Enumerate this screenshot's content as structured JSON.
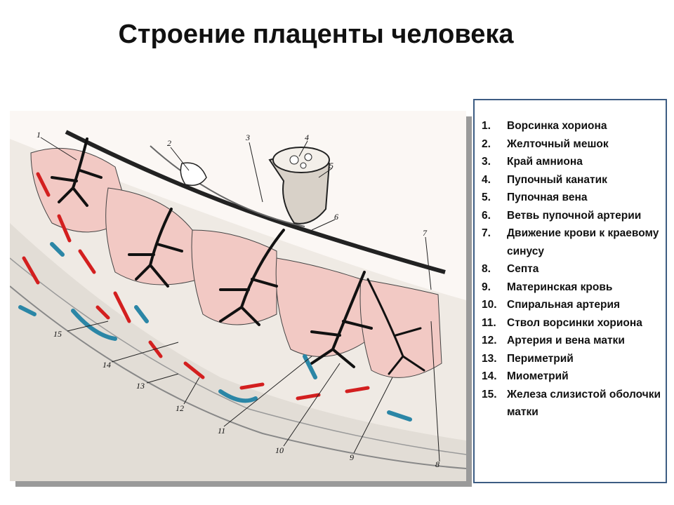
{
  "title": "Строение плаценты человека",
  "figure": {
    "callouts": [
      "1",
      "2",
      "3",
      "4",
      "5",
      "6",
      "7",
      "8",
      "9",
      "10",
      "11",
      "12",
      "13",
      "14",
      "15"
    ],
    "colors": {
      "villi": "#111111",
      "intervillous": "#f2c9c4",
      "artery": "#d31f1f",
      "vein": "#2b86a6"
    }
  },
  "legend": {
    "items": [
      {
        "num": "1.",
        "text": "Ворсинка хориона"
      },
      {
        "num": "2.",
        "text": "Желточный мешок"
      },
      {
        "num": "3.",
        "text": "Край амниона"
      },
      {
        "num": "4.",
        "text": "Пупочный канатик"
      },
      {
        "num": "5.",
        "text": "Пупочная вена"
      },
      {
        "num": "6.",
        "text": "Ветвь пупочной артерии"
      },
      {
        "num": "7.",
        "text": "Движение крови к краевому синусу"
      },
      {
        "num": "8.",
        "text": "Септа"
      },
      {
        "num": "9.",
        "text": "Материнская кровь"
      },
      {
        "num": "10.",
        "text": "Спиральная артерия"
      },
      {
        "num": "11.",
        "text": "Ствол ворсинки хориона"
      },
      {
        "num": "12.",
        "text": "Артерия и вена матки"
      },
      {
        "num": "13.",
        "text": "Периметрий"
      },
      {
        "num": "14.",
        "text": "Миометрий"
      },
      {
        "num": "15.",
        "text": "Железа слизистой оболочки матки"
      }
    ]
  }
}
